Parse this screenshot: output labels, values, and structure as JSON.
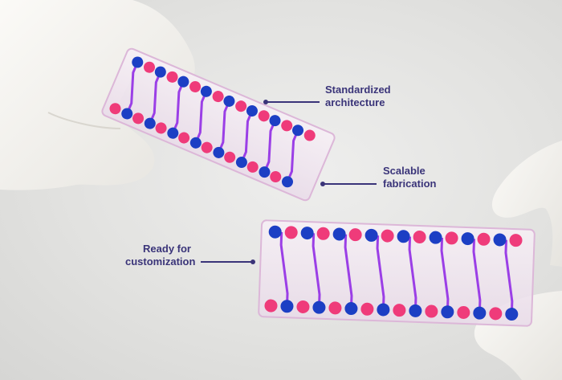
{
  "labels": {
    "architecture": [
      "Standardized",
      "architecture"
    ],
    "fabrication": [
      "Scalable",
      "fabrication"
    ],
    "customization": [
      "Ready for",
      "customization"
    ]
  },
  "colors": {
    "label_text": "#3a3479",
    "port_blue": "#1c3fc4",
    "port_pink": "#ef3b7a",
    "channel_purple": "#9b3fe6",
    "glove": "#f4f3ef"
  }
}
